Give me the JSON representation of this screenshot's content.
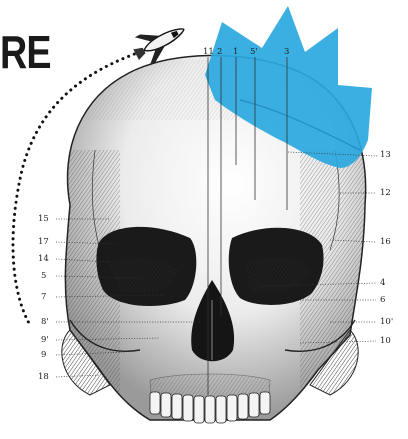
{
  "title_fragment": "RE",
  "accent_color": "#2aa8e0",
  "ink_color": "#1c1c1c",
  "icons": [
    "space-shuttle-icon",
    "crown-icon"
  ],
  "labels": {
    "top": [
      "11",
      "2",
      "1",
      "5'",
      "3"
    ],
    "right": [
      "13",
      "12",
      "16",
      "4",
      "6",
      "10'",
      "10"
    ],
    "left": [
      "15",
      "17",
      "14",
      "5",
      "7",
      "8'",
      "9'",
      "9",
      "18"
    ]
  }
}
